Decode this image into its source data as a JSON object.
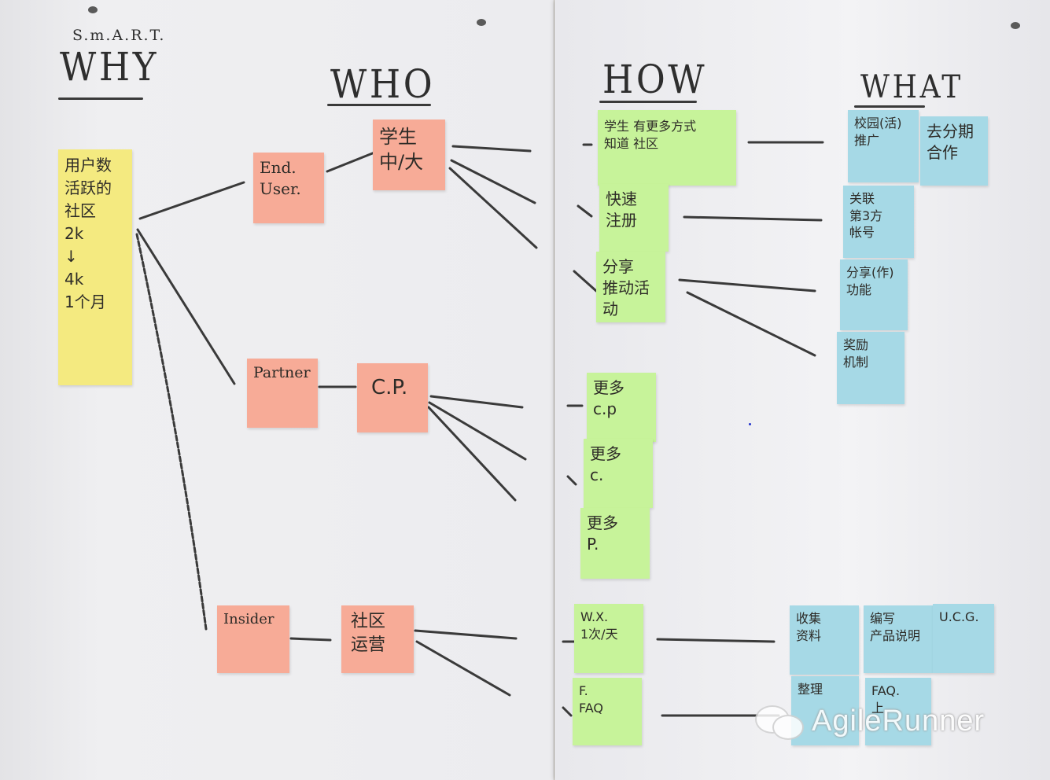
{
  "headings": {
    "smart": "S.m.A.R.T.",
    "why": "WHY",
    "who": "WHO",
    "how": "HOW",
    "what": "WHAT"
  },
  "why_note": "用户数\n活跃的\n社区\n2k\n↓\n4k\n1个月",
  "who": {
    "end_user": "End.\nUser.",
    "student": "学生\n中/大",
    "partner": "Partner",
    "cp": "C.P.",
    "insider": "Insider",
    "community_ops": "社区\n运营"
  },
  "how": {
    "student_more_ways": "学生 有更多方式\n知道 社区",
    "quick_register": "快速\n注册",
    "share_drive": "分享\n推动活动",
    "more_cp": "更多\nc.p",
    "more_c": "更多\nc.",
    "more_p": "更多\nP.",
    "wx": "W.X.\n1次/天",
    "faq": "F.\nFAQ"
  },
  "what": {
    "campus_promo": "校园(活)\n推广",
    "installment": "去分期\n合作",
    "third_party": "关联\n第3方\n帐号",
    "share_feature": "分享(作)\n功能",
    "reward": "奖励\n机制",
    "collect": "收集\n资料",
    "write_manual": "编写\n产品说明",
    "ucg": "U.C.G.",
    "organize": "整理",
    "faq2": "FAQ.\n上"
  },
  "watermark": {
    "text": "AgileRunner",
    "icon": "wechat-icon"
  },
  "colors": {
    "yellow": "#f4ea80",
    "pink": "#f7ab97",
    "green": "#c7f39a",
    "blue": "#a6d9e6"
  }
}
